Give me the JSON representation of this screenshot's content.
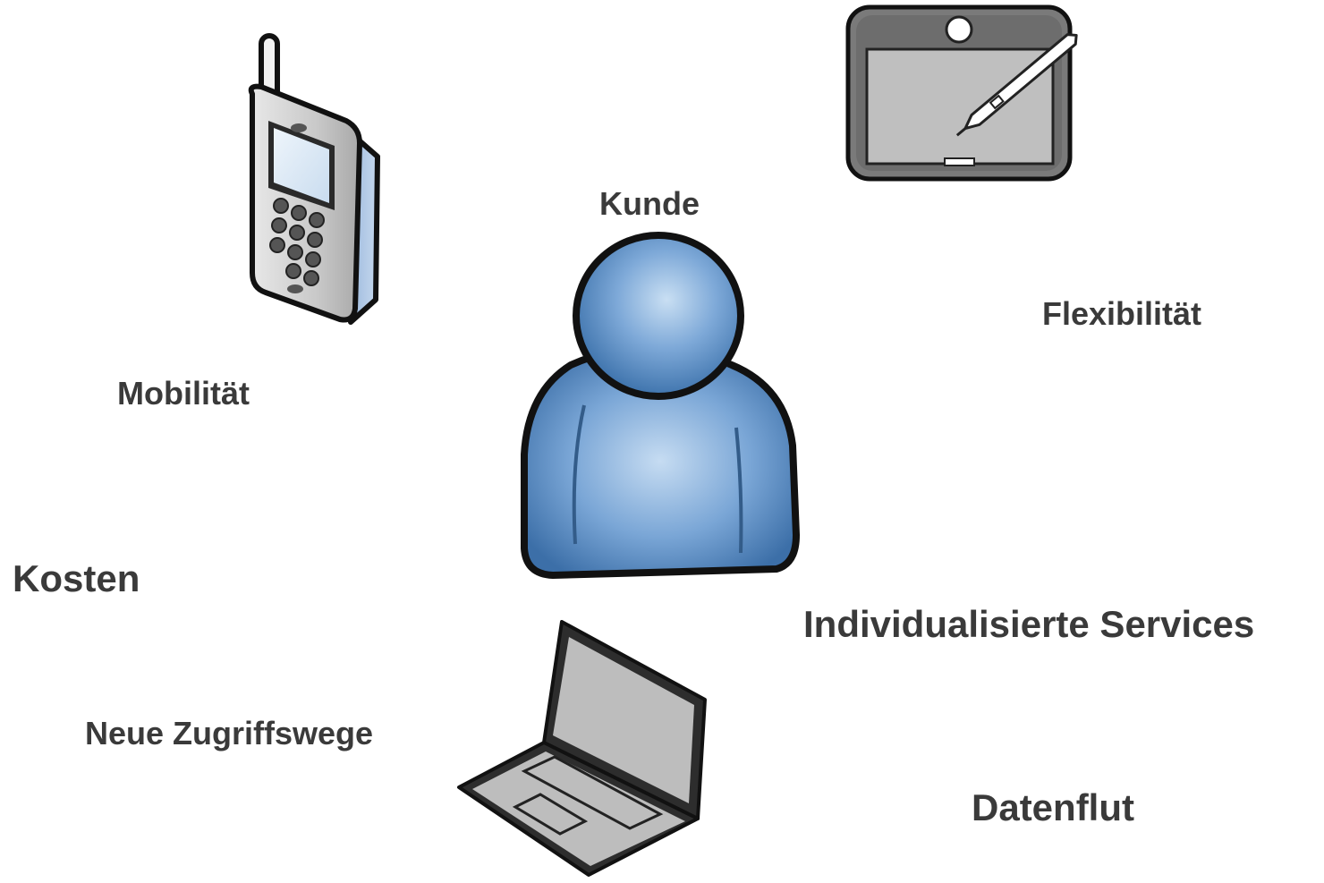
{
  "labels": {
    "kunde": "Kunde",
    "flexibilitaet": "Flexibilität",
    "mobilitaet": "Mobilität",
    "kosten": "Kosten",
    "individualisierte_services": "Individualisierte Services",
    "neue_zugriffswege": "Neue Zugriffswege",
    "datenflut": "Datenflut"
  },
  "icons": {
    "phone": "mobile-phone-icon",
    "tablet": "tablet-with-stylus-icon",
    "person": "person-icon",
    "laptop": "laptop-icon"
  },
  "colors": {
    "text": "#3a3a3a",
    "person_blue": "#5b8fc7",
    "device_gray": "#b8b8b8",
    "outline": "#1a1a1a"
  }
}
